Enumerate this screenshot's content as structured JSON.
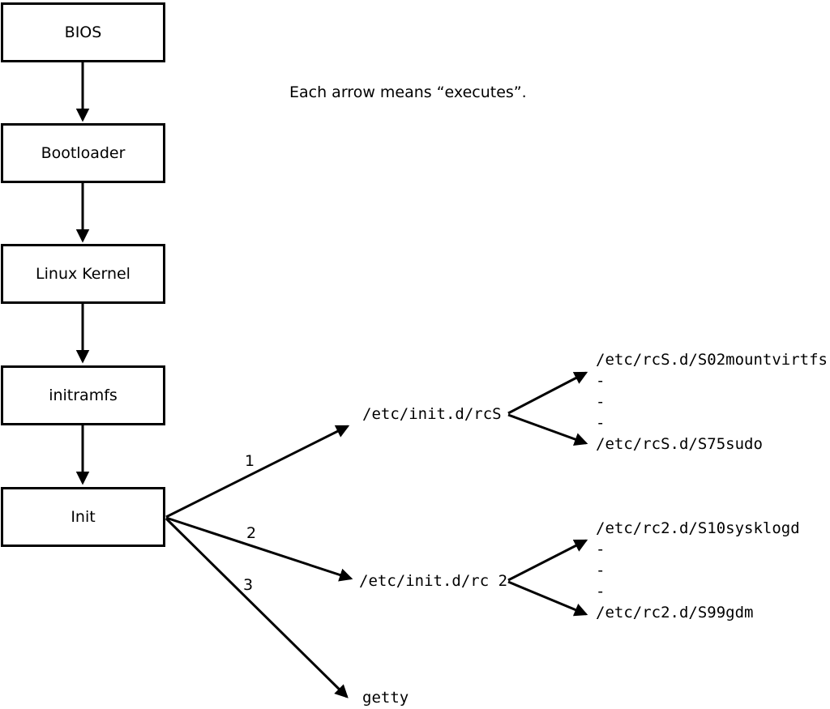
{
  "note": "Each arrow means “executes”.",
  "chain": [
    {
      "label": "BIOS"
    },
    {
      "label": "Bootloader"
    },
    {
      "label": "Linux Kernel"
    },
    {
      "label": "initramfs"
    },
    {
      "label": "Init"
    }
  ],
  "init_branches": {
    "numbers": [
      "1",
      "2",
      "3"
    ],
    "targets": [
      {
        "label": "/etc/init.d/rcS"
      },
      {
        "label": "/etc/init.d/rc 2"
      },
      {
        "label": "getty"
      }
    ]
  },
  "rcs_scripts": {
    "lines": [
      "/etc/rcS.d/S02mountvirtfs",
      "-",
      "-",
      "-",
      "/etc/rcS.d/S75sudo"
    ]
  },
  "rc2_scripts": {
    "lines": [
      "/etc/rc2.d/S10sysklogd",
      "-",
      "-",
      "-",
      "/etc/rc2.d/S99gdm"
    ]
  },
  "colors": {
    "line": "#000000",
    "text": "#000000",
    "background": "#ffffff"
  }
}
